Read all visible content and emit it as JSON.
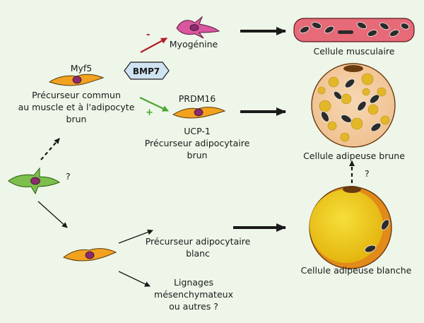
{
  "labels": {
    "myf5": "Myf5",
    "common_precursor": [
      "Précurseur commun",
      "au muscle et à l'adipocyte",
      "brun"
    ],
    "bmp7": "BMP7",
    "myogenin": "Myogénine",
    "prdm16": "PRDM16",
    "ucp1": "UCP-1",
    "brown_precursor": [
      "Précurseur adipocytaire",
      "brun"
    ],
    "muscle_cell": "Cellule musculaire",
    "brown_adipocyte": "Cellule adipeuse brune",
    "white_precursor": [
      "Précurseur adipocytaire",
      "blanc"
    ],
    "white_adipocyte": "Cellule adipeuse blanche",
    "other_lineages": [
      "Lignages",
      "mésenchymateux",
      "ou autres ?"
    ],
    "stem_question": "?",
    "brown_question": "?",
    "minus_sign": "-",
    "plus_sign": "+"
  },
  "colors": {
    "background": "#eef6e9",
    "precursor_cell": "#f2a21e",
    "stem_cell": "#7cbf4a",
    "myogenic_cell": "#d8579e",
    "nucleus": "#8a2b6e",
    "muscle_fiber": "#e76a78",
    "brown_cell": "#f2c79c",
    "lipid_droplet": "#e3b72a",
    "mitochondria": "#2b2b2b",
    "bmp7_badge": "#cfe3f2",
    "inhibit_arrow": "#b51d2b",
    "activate_arrow": "#4aa534"
  }
}
